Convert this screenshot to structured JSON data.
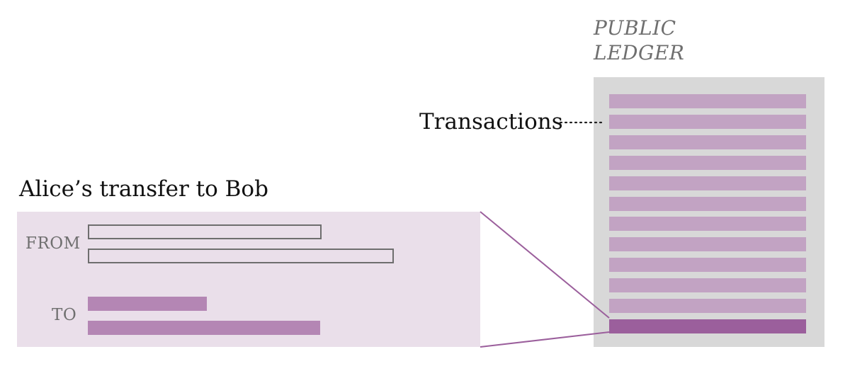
{
  "ledger": {
    "title_line1": "PUBLIC",
    "title_line2": "LEDGER",
    "row_count": 12,
    "highlighted_row": 12,
    "row_color": "#c2a3c3",
    "highlight_color": "#9b5f9c",
    "background_color": "#d8d8d8"
  },
  "transactions": {
    "label": "Transactions"
  },
  "transfer": {
    "title": "Alice’s transfer to Bob",
    "from_label": "FROM",
    "to_label": "TO",
    "panel_color": "#eadfea",
    "to_field_color": "#b486b4"
  },
  "connector_color": "#9b5f9c"
}
